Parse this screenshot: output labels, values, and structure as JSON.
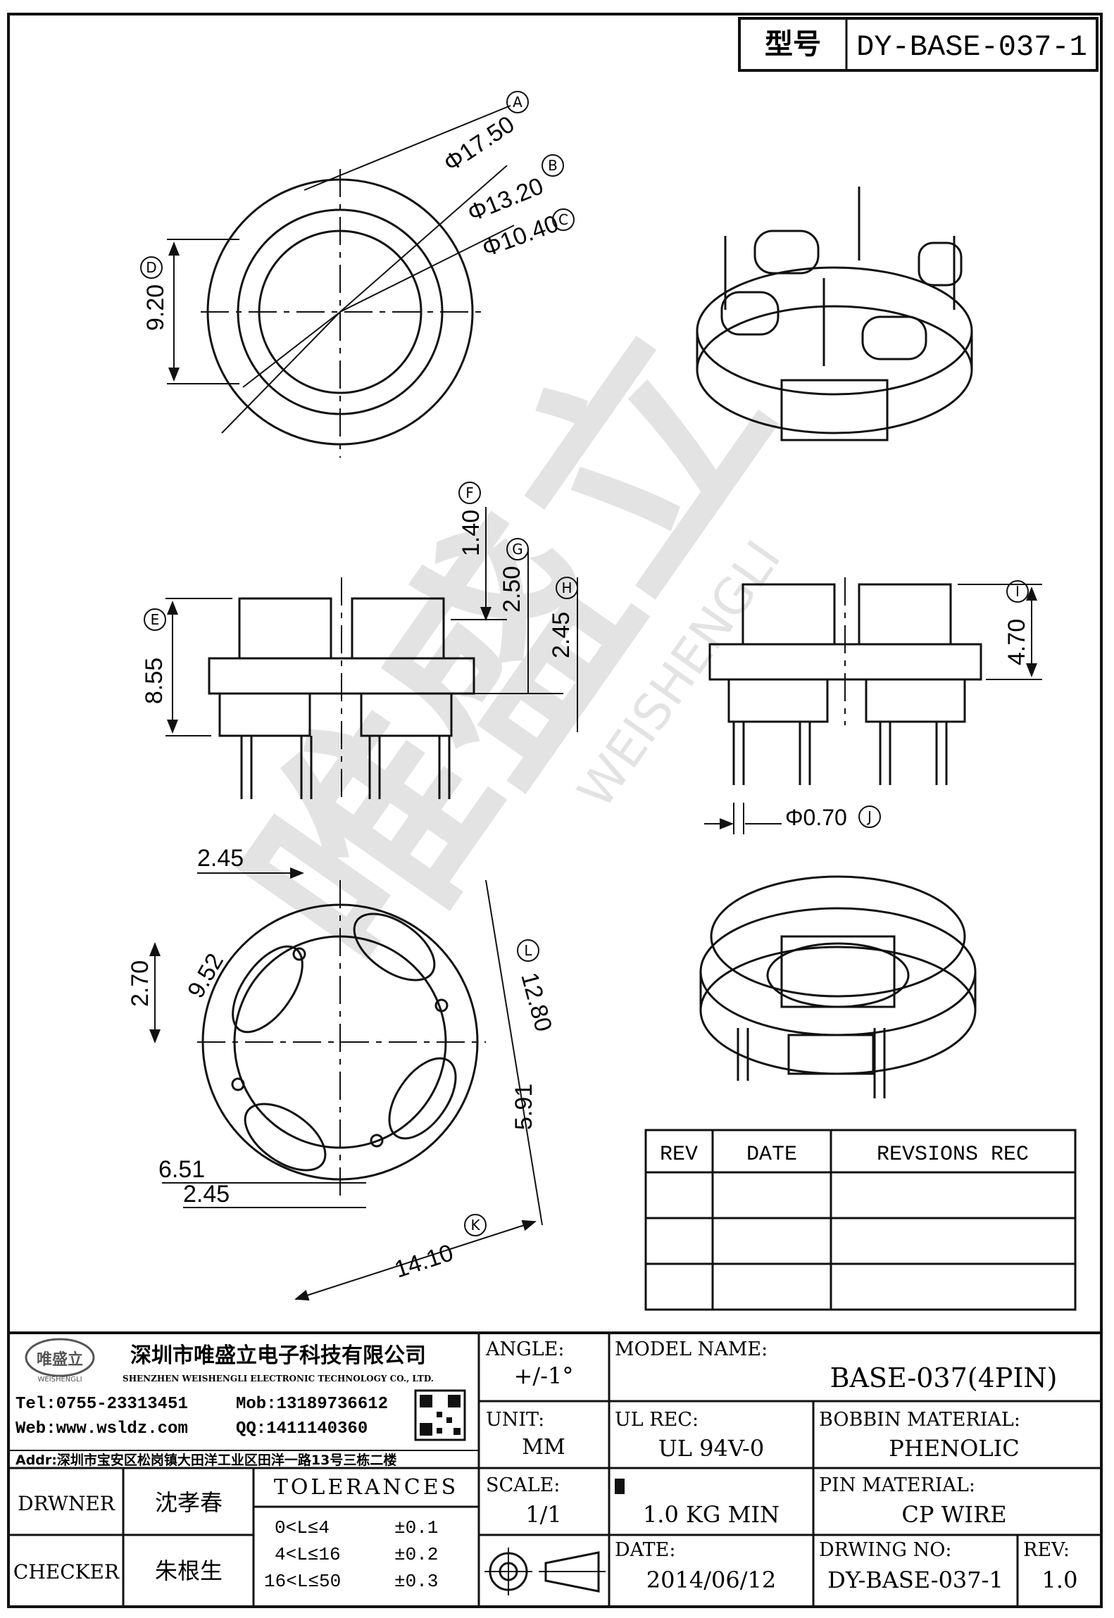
{
  "header": {
    "type_label": "型号",
    "type_value": "DY-BASE-037-1"
  },
  "dims": {
    "A_dia": "Φ17.50",
    "B_dia": "Φ13.20",
    "C_dia": "Φ10.40",
    "D_h": "9.20",
    "F": "1.40",
    "G": "2.50",
    "H": "2.45",
    "E": "8.55",
    "I": "4.70",
    "J": "Φ0.70",
    "b1": "2.45",
    "b2": "2.70",
    "b3": "9.52",
    "L": "12.80",
    "b5": "5.91",
    "b6": "6.51",
    "b7": "2.45",
    "K": "14.10"
  },
  "callouts": [
    "A",
    "B",
    "C",
    "D",
    "E",
    "F",
    "G",
    "H",
    "I",
    "J",
    "K",
    "L"
  ],
  "watermark": {
    "cn": "唯盛立",
    "en": "WEISHENGLI"
  },
  "revisions": {
    "headers": [
      "REV",
      "DATE",
      "REVSIONS REC"
    ],
    "rows": [
      [
        "",
        "",
        ""
      ],
      [
        "",
        "",
        ""
      ],
      [
        "",
        "",
        ""
      ]
    ]
  },
  "company": {
    "name_cn": "深圳市唯盛立电子科技有限公司",
    "name_en": "SHENZHEN WEISHENGLI ELECTRONIC TECHNOLOGY CO., LTD.",
    "logo_cn": "唯盛立",
    "logo_en": "WEISHENGLI",
    "tel": "Tel:0755-23313451",
    "mob": "Mob:13189736612",
    "web": "Web:www.wsldz.com",
    "qq": "QQ:1411140360",
    "addr": "Addr:深圳市宝安区松岗镇大田洋工业区田洋一路13号三栋二楼"
  },
  "titleblock": {
    "angle_label": "ANGLE:",
    "angle_value": "+/-1°",
    "model_label": "MODEL NAME:",
    "model_value": "BASE-037(4PIN)",
    "unit_label": "UNIT:",
    "unit_value": "MM",
    "ul_label": "UL REC:",
    "ul_value": "UL 94V-0",
    "bobbin_label": "BOBBIN MATERIAL:",
    "bobbin_value": "PHENOLIC",
    "scale_label": "SCALE:",
    "scale_value": "1/1",
    "pull_value": "1.0 KG MIN",
    "pin_label": "PIN MATERIAL:",
    "pin_value": "CP WIRE",
    "drawer_label": "DRWNER",
    "drawer_value": "沈孝春",
    "checker_label": "CHECKER",
    "checker_value": "朱根生",
    "tol_title": "TOLERANCES",
    "tol_rows": [
      [
        "0<L≤4",
        "±0.1"
      ],
      [
        "4<L≤16",
        "±0.2"
      ],
      [
        "16<L≤50",
        "±0.3"
      ]
    ],
    "date_label": "DATE:",
    "date_value": "2014/06/12",
    "dwg_label": "DRWING NO:",
    "dwg_value": "DY-BASE-037-1",
    "rev_label": "REV:",
    "rev_value": "1.0"
  }
}
